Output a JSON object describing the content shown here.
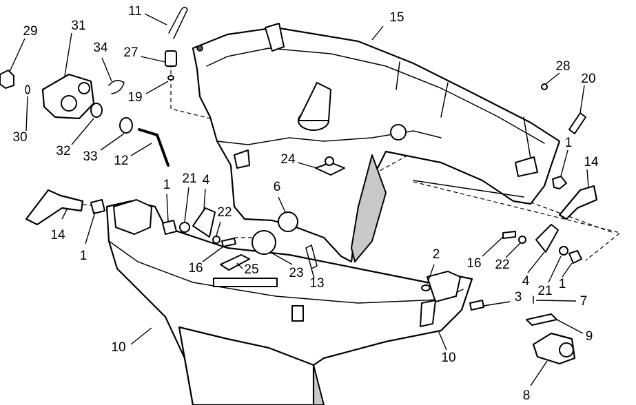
{
  "diagram": {
    "callouts": [
      {
        "id": "c11",
        "label": "11"
      },
      {
        "id": "c15",
        "label": "15"
      },
      {
        "id": "c29",
        "label": "29"
      },
      {
        "id": "c31",
        "label": "31"
      },
      {
        "id": "c34",
        "label": "34"
      },
      {
        "id": "c27",
        "label": "27"
      },
      {
        "id": "c19",
        "label": "19"
      },
      {
        "id": "c30",
        "label": "30"
      },
      {
        "id": "c32",
        "label": "32"
      },
      {
        "id": "c33",
        "label": "33"
      },
      {
        "id": "c12",
        "label": "12"
      },
      {
        "id": "c28",
        "label": "28"
      },
      {
        "id": "c20",
        "label": "20"
      },
      {
        "id": "c1a",
        "label": "1"
      },
      {
        "id": "c14a",
        "label": "14"
      },
      {
        "id": "c24",
        "label": "24"
      },
      {
        "id": "c1b",
        "label": "1"
      },
      {
        "id": "c21a",
        "label": "21"
      },
      {
        "id": "c4a",
        "label": "4"
      },
      {
        "id": "c6",
        "label": "6"
      },
      {
        "id": "c22a",
        "label": "22"
      },
      {
        "id": "c14b",
        "label": "14"
      },
      {
        "id": "c1c",
        "label": "1"
      },
      {
        "id": "c16a",
        "label": "16"
      },
      {
        "id": "c25",
        "label": "25"
      },
      {
        "id": "c23",
        "label": "23"
      },
      {
        "id": "c13",
        "label": "13"
      },
      {
        "id": "c2",
        "label": "2"
      },
      {
        "id": "c16b",
        "label": "16"
      },
      {
        "id": "c22b",
        "label": "22"
      },
      {
        "id": "c4b",
        "label": "4"
      },
      {
        "id": "c21b",
        "label": "21"
      },
      {
        "id": "c1d",
        "label": "1"
      },
      {
        "id": "c3",
        "label": "3"
      },
      {
        "id": "c7",
        "label": "7"
      },
      {
        "id": "c9",
        "label": "9"
      },
      {
        "id": "c10a",
        "label": "10"
      },
      {
        "id": "c10b",
        "label": "10"
      },
      {
        "id": "c8",
        "label": "8"
      }
    ]
  }
}
